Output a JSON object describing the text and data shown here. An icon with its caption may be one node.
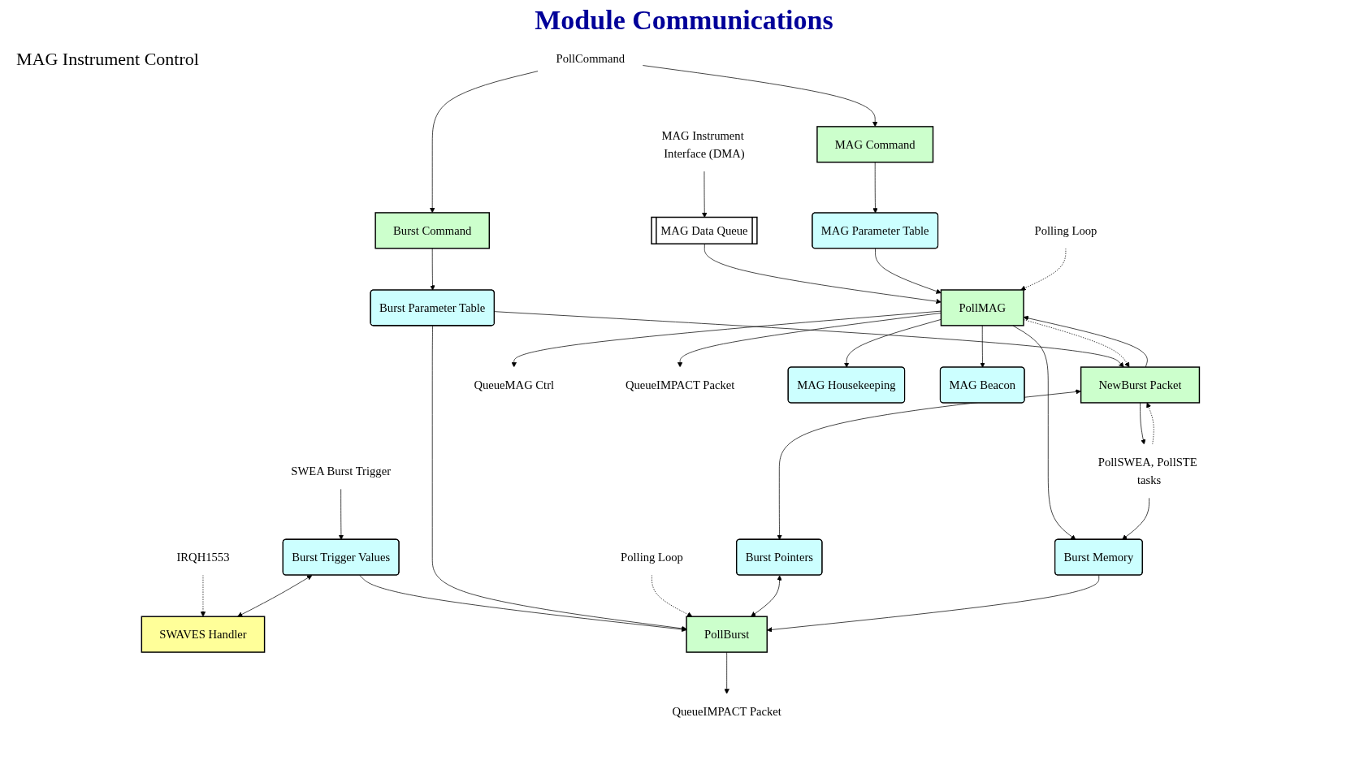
{
  "diagram": {
    "title": "Module Communications",
    "nodes": [
      {
        "text": [
          "PollCommand"
        ]
      },
      {
        "text": [
          "MAG Command"
        ]
      },
      {
        "text": [
          "Burst Command"
        ]
      },
      {
        "text": [
          "MAG Instrument Interface (DMA)"
        ]
      },
      {
        "text": [
          "MAG Data Queue"
        ]
      },
      {
        "text": [
          "MAG Parameter Table"
        ]
      },
      {
        "text": [
          "Burst Parameter Table"
        ]
      },
      {
        "text": [
          "SWEA Burst Trigger"
        ]
      },
      {
        "text": [
          "Burst Trigger Values"
        ]
      },
      {
        "text": [
          "IRQH1553"
        ]
      },
      {
        "text": [
          "SWAVES Handler"
        ]
      },
      {
        "text": [
          "Polling Loop"
        ]
      },
      {
        "text": [
          "PollMAG"
        ]
      },
      {
        "text": [
          "NewBurst Packet"
        ]
      },
      {
        "text": [
          "Burst Pointers"
        ]
      },
      {
        "text": [
          "Polling Loop"
        ]
      },
      {
        "text": [
          "PollBurst"
        ]
      },
      {
        "text": [
          "QueueMAG Ctrl"
        ]
      },
      {
        "text": [
          "QueueIMPACT Packet"
        ]
      },
      {
        "text": [
          "PollSWEA, PollSTE tasks"
        ]
      },
      {
        "text": [
          "QueueIMPACT Packet"
        ]
      },
      {
        "text": [
          "MAG Housekeeping"
        ]
      },
      {
        "text": [
          "MAG Beacon"
        ]
      },
      {
        "text": [
          "Burst Memory"
        ]
      }
    ],
    "edges": [
      {
        "from": 0,
        "to": 1,
        "arrow": "to"
      },
      {
        "from": 0,
        "to": 2,
        "arrow": "to"
      },
      {
        "from": 3,
        "to": 4,
        "arrow": "to"
      },
      {
        "from": 4,
        "to": 12,
        "arrow": "to"
      },
      {
        "from": 1,
        "to": 5,
        "arrow": "to"
      },
      {
        "from": 2,
        "to": 6,
        "arrow": "to"
      },
      {
        "from": 5,
        "to": 12,
        "arrow": "to"
      },
      {
        "from": 7,
        "to": 8,
        "arrow": "to"
      },
      {
        "from": 9,
        "to": 10,
        "arrow": "to",
        "style": "dashed"
      },
      {
        "from": 8,
        "to": 10,
        "arrow": "both"
      },
      {
        "from": 8,
        "to": 16,
        "arrow": "to"
      },
      {
        "from": 6,
        "to": 16,
        "arrow": "to"
      },
      {
        "from": 6,
        "to": 13,
        "arrow": "to"
      },
      {
        "from": 15,
        "to": 16,
        "arrow": "to",
        "style": "dashed"
      },
      {
        "from": 11,
        "to": 12,
        "arrow": "to",
        "style": "dashed"
      },
      {
        "from": 12,
        "to": 13,
        "arrow": "to",
        "style": "dashed"
      },
      {
        "from": 13,
        "to": 12,
        "arrow": "to"
      },
      {
        "from": 13,
        "to": 14,
        "arrow": "both"
      },
      {
        "from": 14,
        "to": 16,
        "arrow": "both"
      },
      {
        "from": 12,
        "to": 17,
        "arrow": "to"
      },
      {
        "from": 12,
        "to": 21,
        "arrow": "to"
      },
      {
        "from": 12,
        "to": 22,
        "arrow": "to"
      },
      {
        "from": 12,
        "to": 18,
        "arrow": "to"
      },
      {
        "from": 12,
        "to": 23,
        "arrow": "to"
      },
      {
        "from": 19,
        "to": 13,
        "arrow": "to",
        "style": "dashed"
      },
      {
        "from": 13,
        "to": 19,
        "arrow": "to"
      },
      {
        "from": 19,
        "to": 23,
        "arrow": "to"
      },
      {
        "from": 23,
        "to": 16,
        "arrow": "to"
      },
      {
        "from": 16,
        "to": 20,
        "arrow": "to"
      }
    ],
    "labels": [
      "MAG Instrument Control"
    ]
  }
}
